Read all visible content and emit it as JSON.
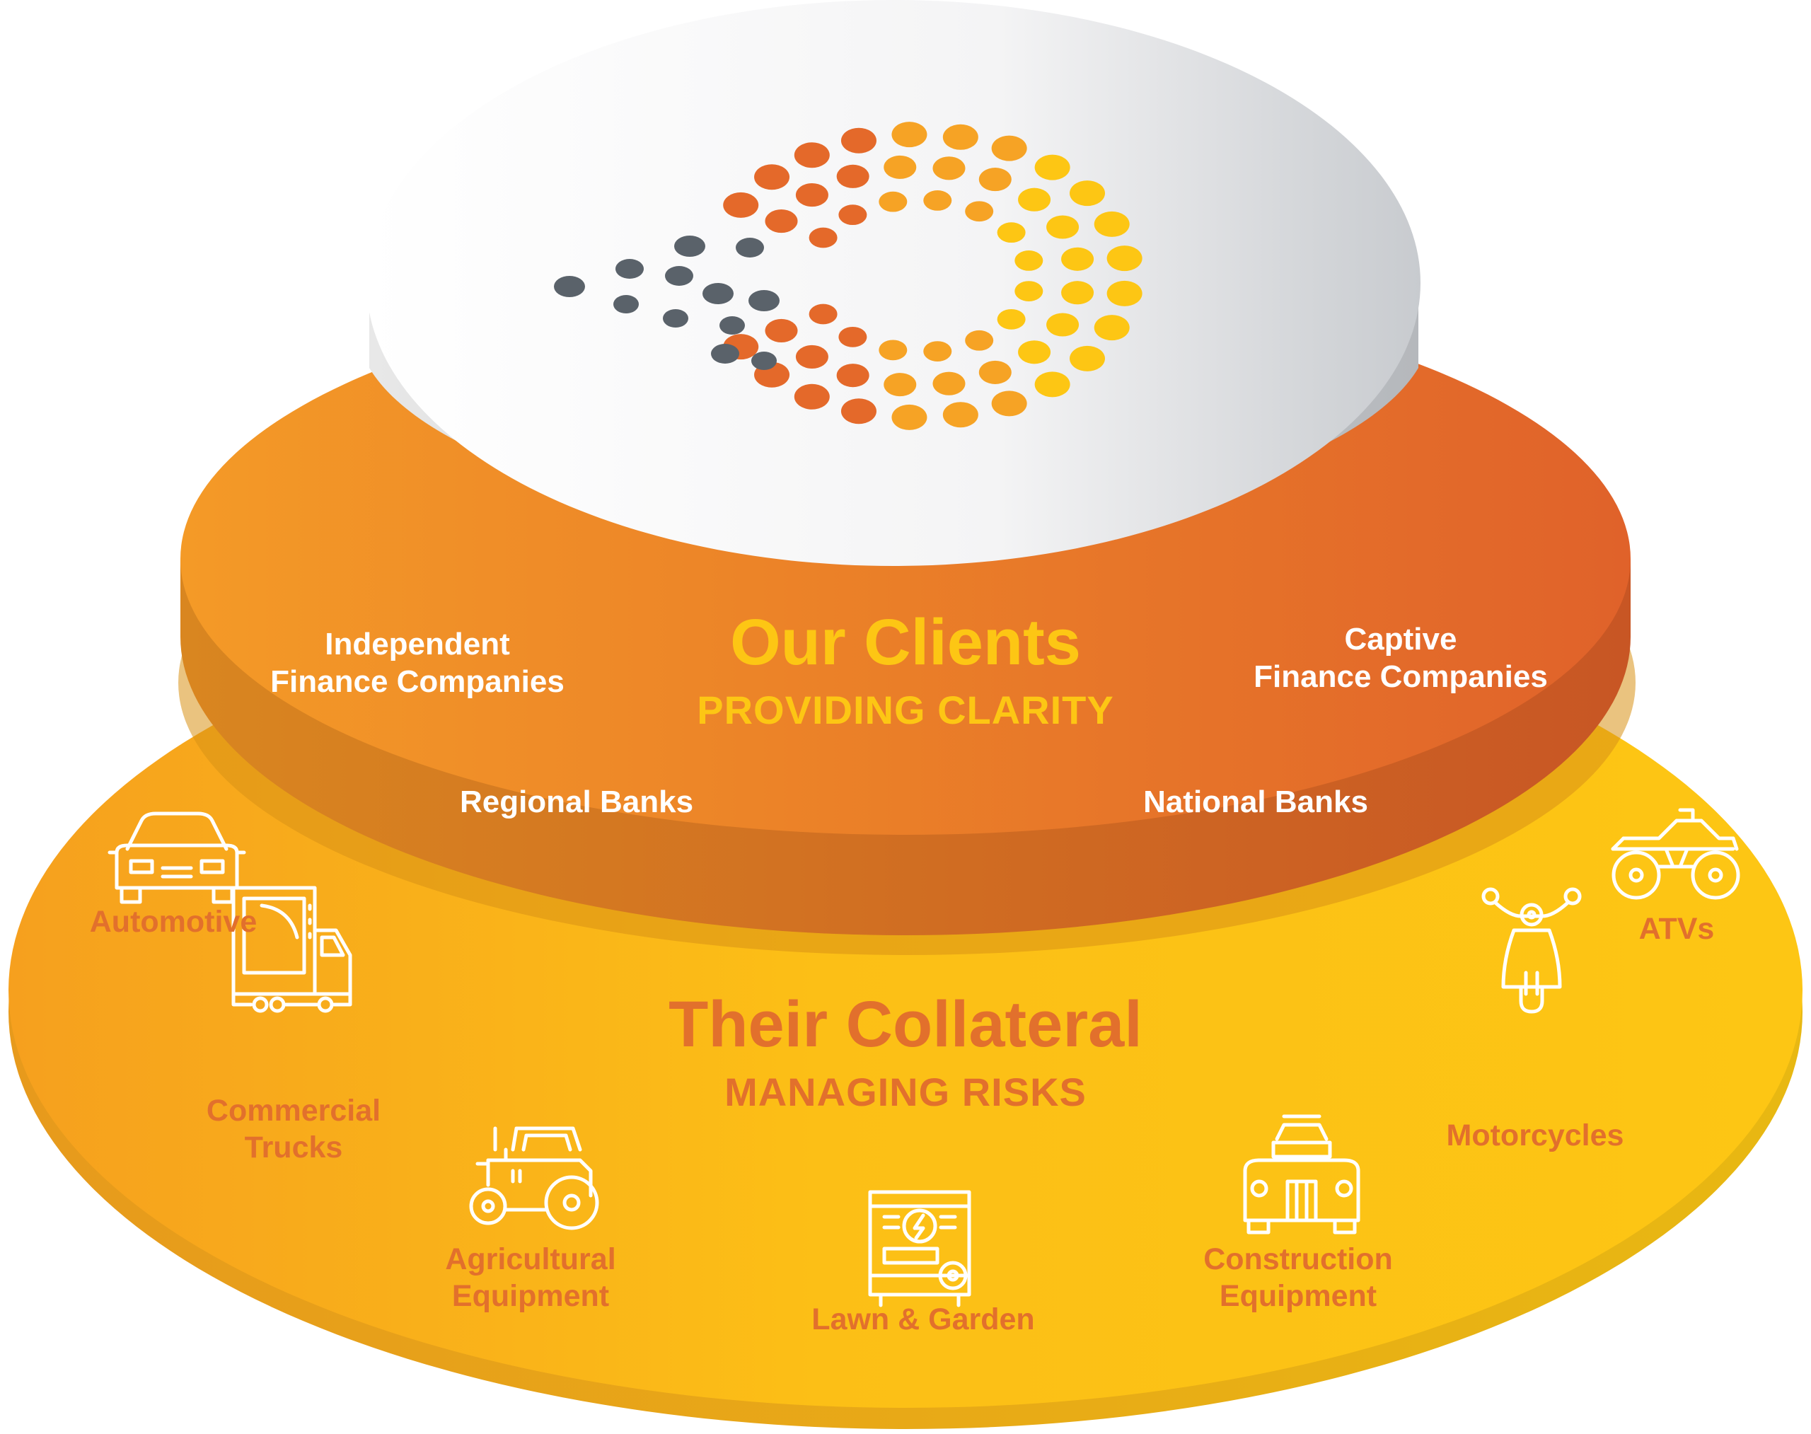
{
  "colors": {
    "yellow_light": "#fdc614",
    "yellow_dark": "#f6a01e",
    "orange_light": "#f49a27",
    "orange_dark": "#e0622a",
    "text_orange": "#e2702c",
    "text_yellow": "#fdc614",
    "dot_gray": "#5a626a",
    "dot_orange": "#e4692a",
    "dot_amber": "#f6a325",
    "dot_yellow": "#fdc614"
  },
  "inner_tier": {
    "title": "Our Clients",
    "subtitle": "PROVIDING CLARITY",
    "segments": [
      {
        "line1": "Independent",
        "line2": "Finance Companies"
      },
      {
        "line1": "Captive",
        "line2": "Finance Companies"
      },
      {
        "line1": "Regional Banks"
      },
      {
        "line1": "National Banks"
      }
    ]
  },
  "outer_tier": {
    "title": "Their Collateral",
    "subtitle": "MANAGING RISKS",
    "items": [
      {
        "line1": "Automotive",
        "icon": "car-icon"
      },
      {
        "line1": "Commercial",
        "line2": "Trucks",
        "icon": "truck-icon"
      },
      {
        "line1": "Agricultural",
        "line2": "Equipment",
        "icon": "tractor-icon"
      },
      {
        "line1": "Lawn & Garden",
        "icon": "generator-icon"
      },
      {
        "line1": "Construction",
        "line2": "Equipment",
        "icon": "loader-icon"
      },
      {
        "line1": "Motorcycles",
        "icon": "scooter-icon"
      },
      {
        "line1": "ATVs",
        "icon": "atv-icon"
      }
    ]
  }
}
